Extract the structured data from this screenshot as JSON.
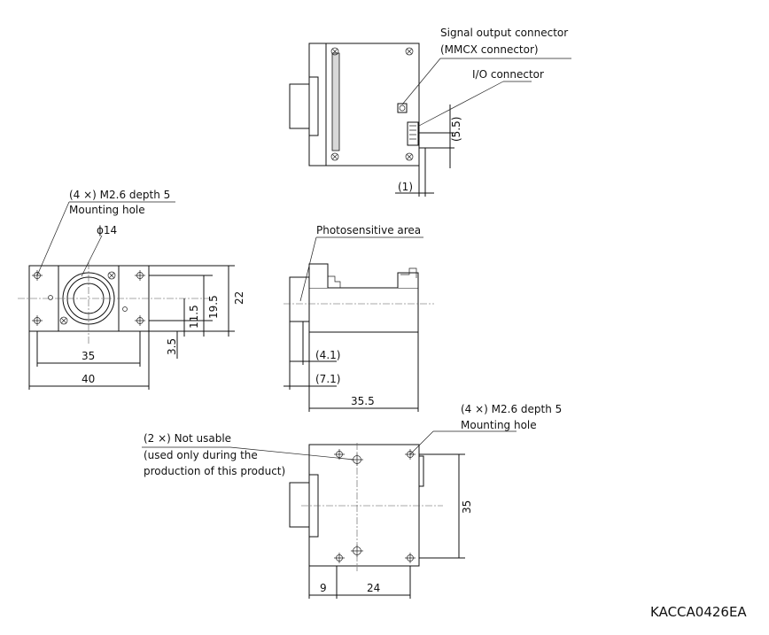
{
  "labels": {
    "signal_output_1": "Signal output connector",
    "signal_output_2": "(MMCX connector)",
    "io_connector": "I/O connector",
    "dim_5_5": "(5.5)",
    "dim_1": "(1)",
    "mount_top_1": "(4 ×) M2.6 depth 5",
    "mount_top_2": "Mounting hole",
    "phi14": "ϕ14",
    "photosensitive": "Photosensitive area",
    "dim_35": "35",
    "dim_40": "40",
    "dim_11_5": "11.5",
    "dim_19_5": "19.5",
    "dim_22": "22",
    "dim_3_5": "3.5",
    "dim_4_1": "(4.1)",
    "dim_7_1": "(7.1)",
    "dim_35_5": "35.5",
    "mount_bottom_1": "(4 ×) M2.6 depth 5",
    "mount_bottom_2": "Mounting hole",
    "not_usable_1": "(2 ×) Not usable",
    "not_usable_2": "(used only during the",
    "not_usable_3": "production of this product)",
    "dim_35_side": "35",
    "dim_9": "9",
    "dim_24": "24",
    "doc_code": "KACCA0426EA"
  }
}
